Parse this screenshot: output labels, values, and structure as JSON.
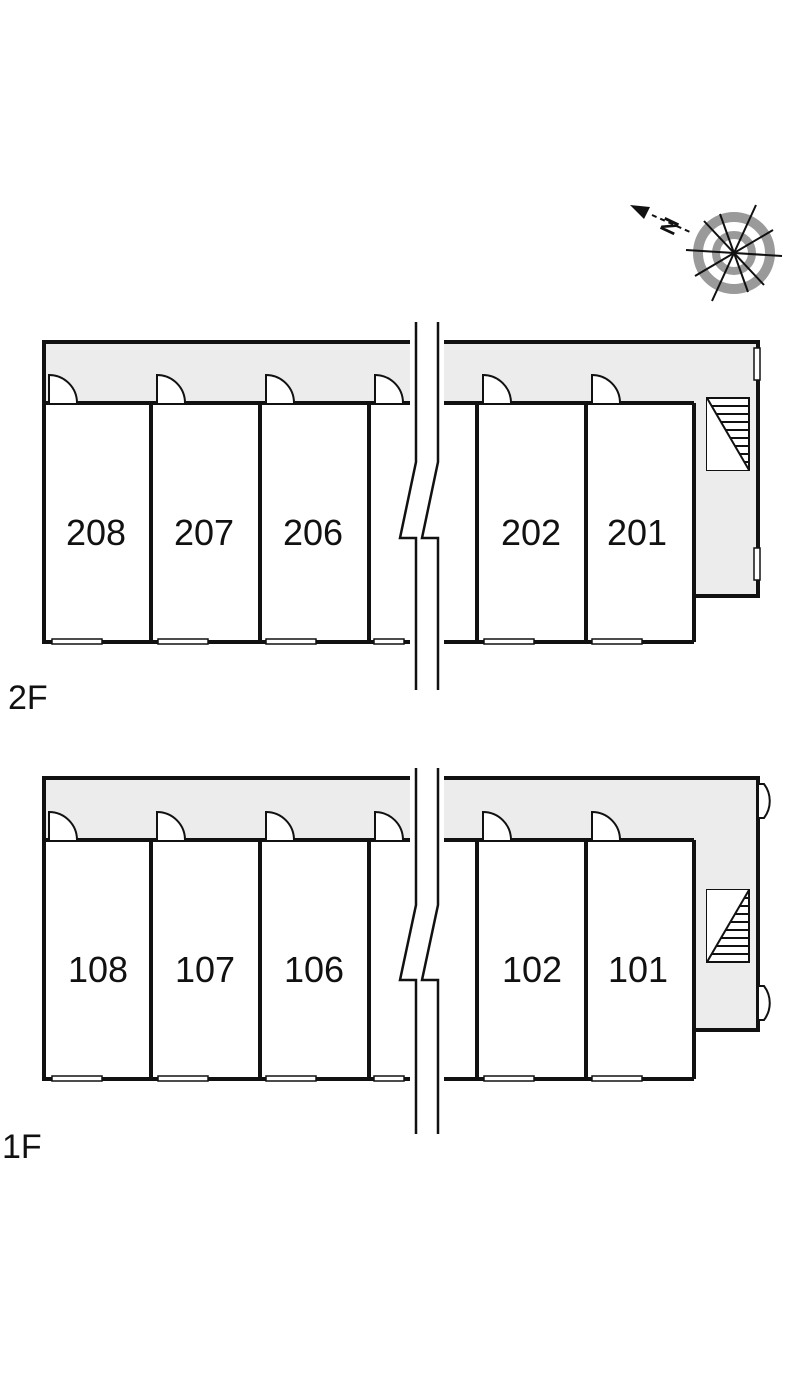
{
  "compass": {
    "north_label": "N"
  },
  "floors": [
    {
      "id": "2F",
      "label": "2F",
      "units": [
        "208",
        "207",
        "206",
        "202",
        "201"
      ]
    },
    {
      "id": "1F",
      "label": "1F",
      "units": [
        "108",
        "107",
        "106",
        "102",
        "101"
      ]
    }
  ],
  "colors": {
    "wall": "#111111",
    "corridor": "#ececec",
    "background": "#ffffff",
    "compass_ring": "#9a9a9a"
  }
}
